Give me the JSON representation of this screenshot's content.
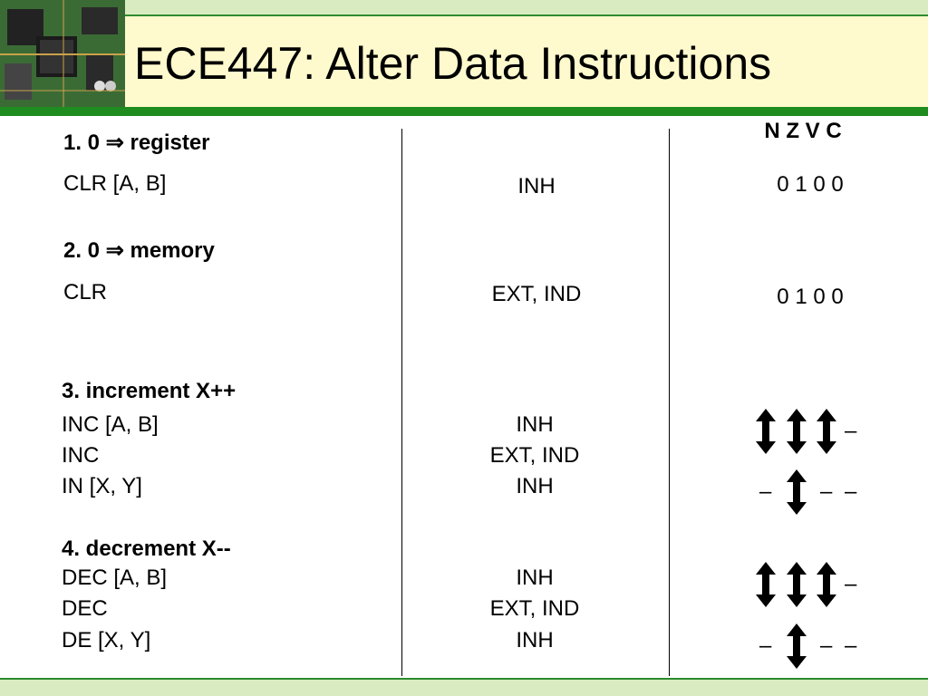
{
  "title": "ECE447: Alter Data Instructions",
  "flags_header": "N Z V C",
  "sections": [
    {
      "heading": "1.  0  ⇒ register",
      "lines": [
        "CLR [A, B]"
      ],
      "modes": [
        "INH"
      ],
      "flags": [
        "0 1  0 0"
      ]
    },
    {
      "heading": "2. 0  ⇒  memory",
      "lines": [
        "CLR"
      ],
      "modes": [
        "EXT, IND"
      ],
      "flags": [
        "0 1  0 0"
      ]
    },
    {
      "heading": "3. increment   X++",
      "lines": [
        "INC [A, B]",
        "INC",
        "IN [X, Y]"
      ],
      "modes": [
        "INH",
        "EXT, IND",
        "INH"
      ],
      "flag_rows": [
        [
          "↕",
          "↕",
          "↕",
          "–"
        ],
        [
          "–",
          "↕",
          "–",
          "–"
        ]
      ]
    },
    {
      "heading": "4. decrement  X--",
      "lines": [
        "DEC [A, B]",
        "DEC",
        "DE [X, Y]"
      ],
      "modes": [
        "INH",
        "EXT, IND",
        "INH"
      ],
      "flag_rows": [
        [
          "↕",
          "↕",
          "↕",
          "–"
        ],
        [
          "–",
          "↕",
          "–",
          "–"
        ]
      ]
    }
  ],
  "colors": {
    "green": "#1e8c1e",
    "title_bg": "#fffacd",
    "band": "#d9ecc1"
  },
  "icons": {
    "pcb_image": "circuit-board-image",
    "flag_affected": "double-arrow-icon",
    "flag_unaffected": "dash"
  }
}
